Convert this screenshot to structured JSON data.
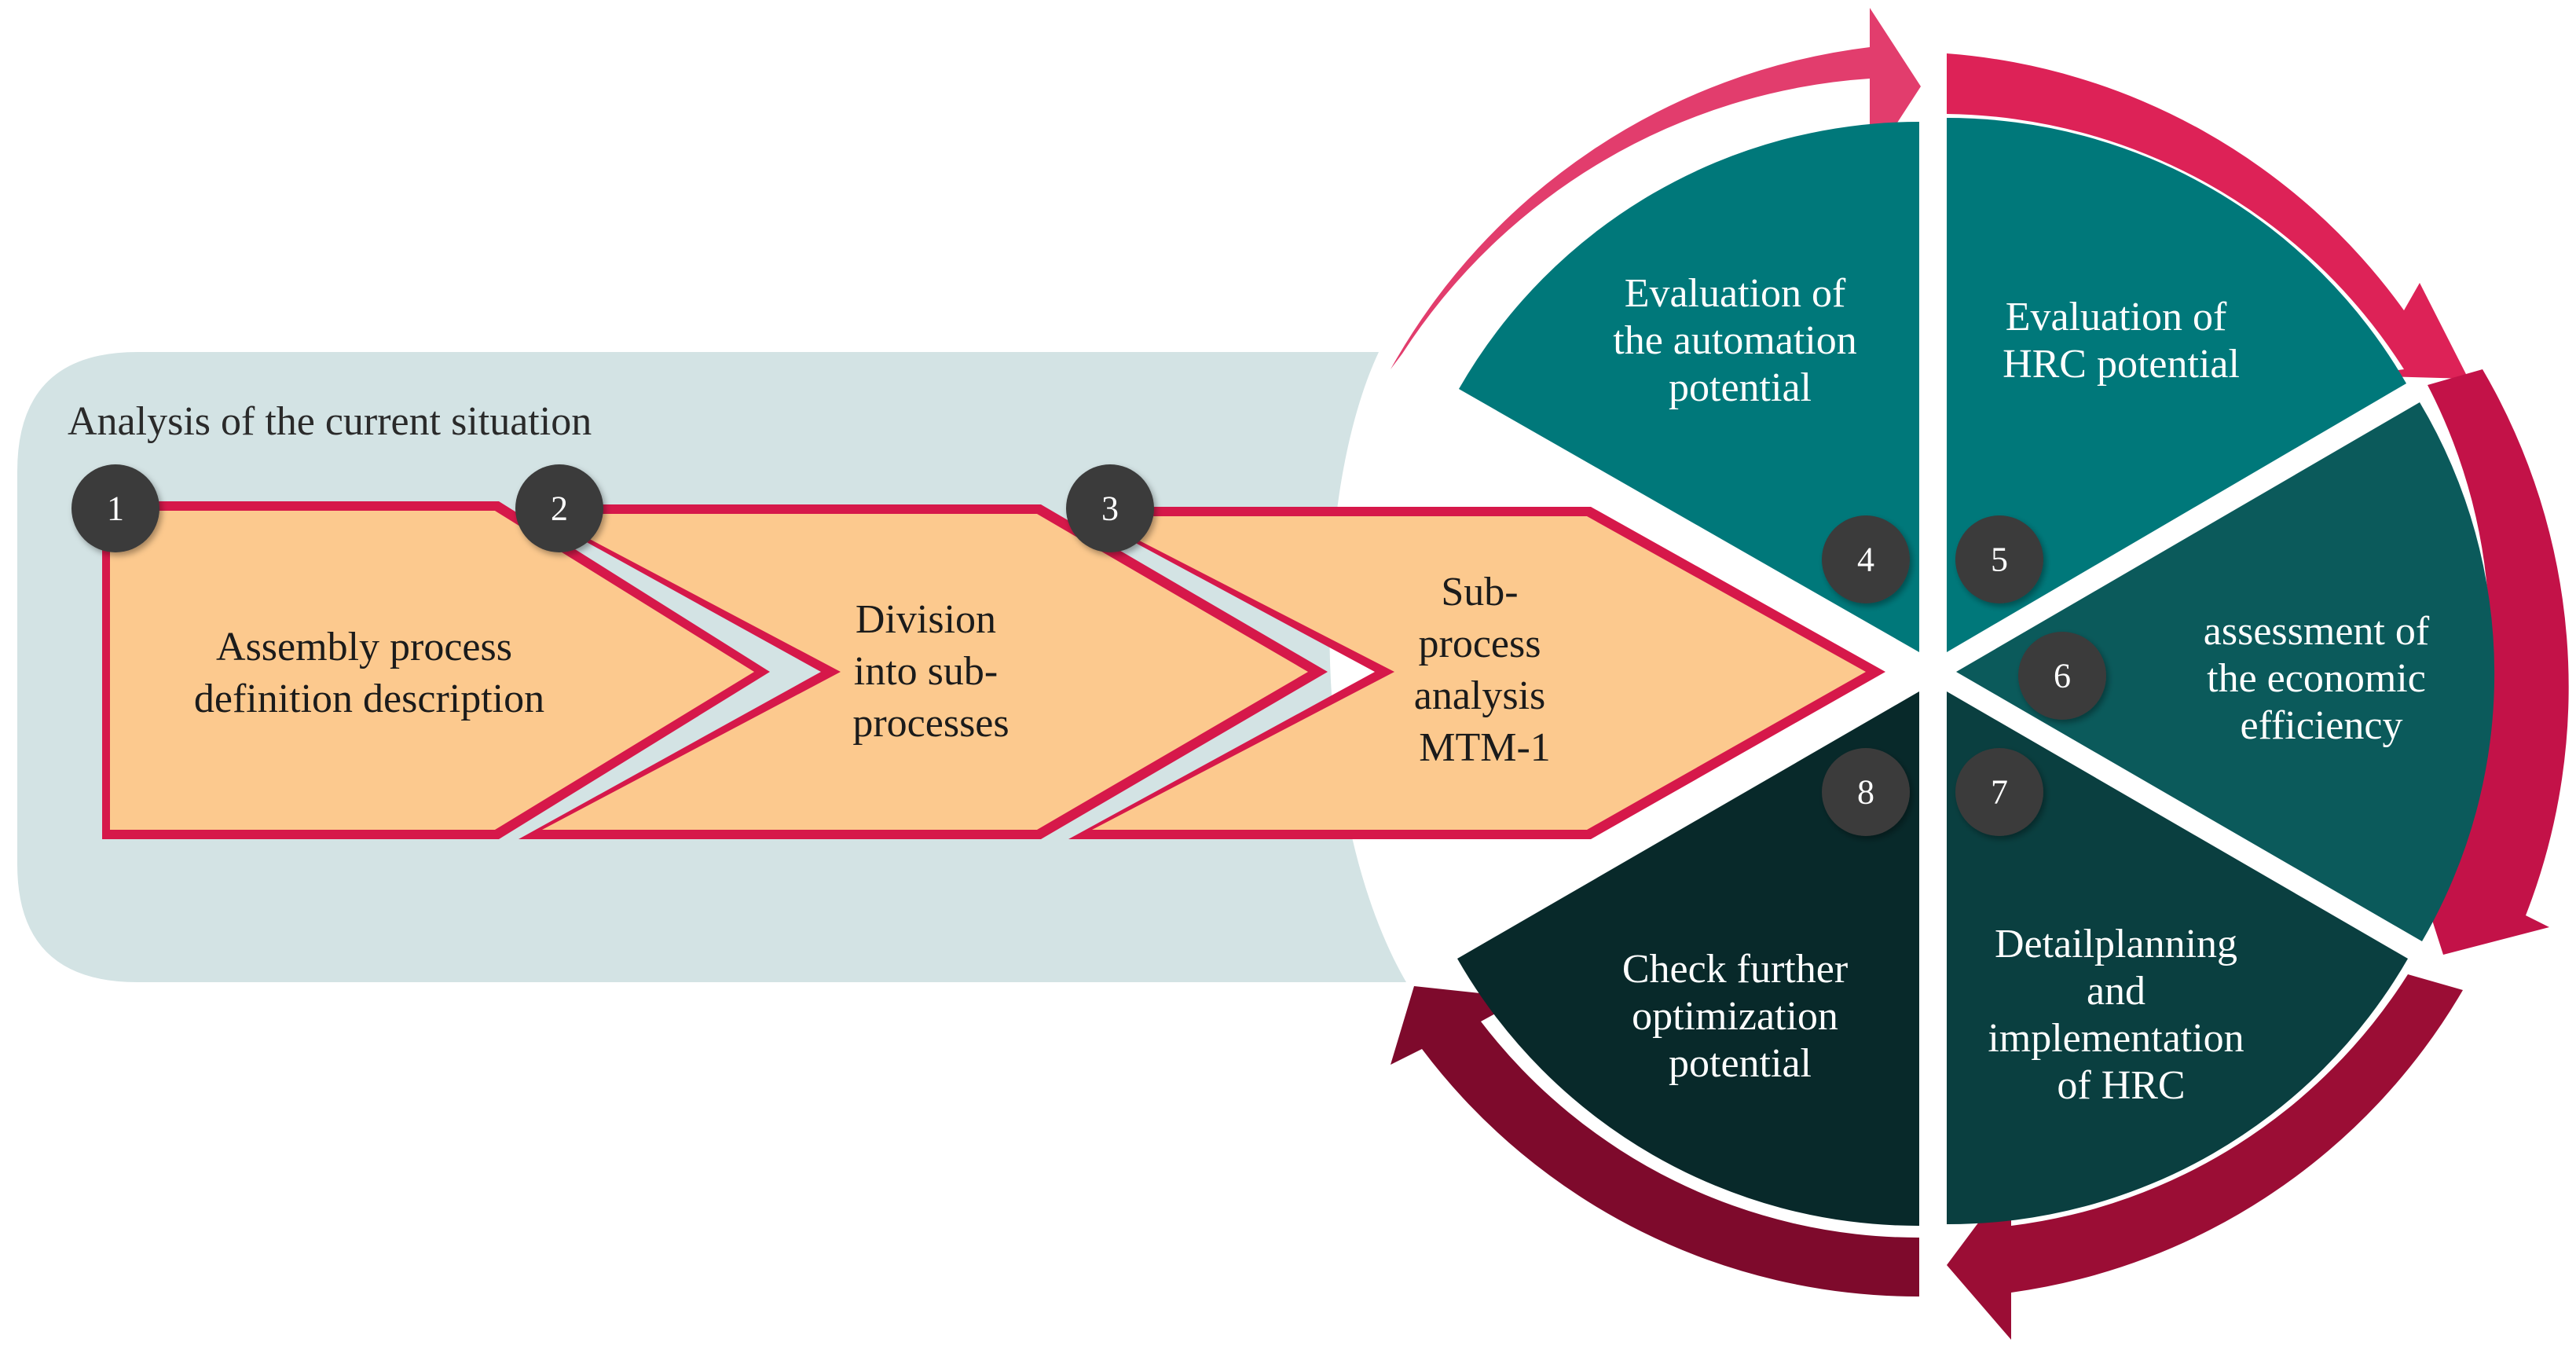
{
  "panel": {
    "title": "Analysis of the current situation",
    "color": "#d3e3e4"
  },
  "steps": [
    {
      "number": "1",
      "lines": [
        "Assembly process",
        "definition description"
      ]
    },
    {
      "number": "2",
      "lines": [
        "Division",
        "into sub-",
        "processes"
      ]
    },
    {
      "number": "3",
      "lines": [
        "Sub-",
        "process",
        "analysis",
        "MTM-1"
      ]
    }
  ],
  "segments": [
    {
      "number": "4",
      "lines": [
        "Evaluation of",
        "the automation",
        "potential"
      ],
      "color": "#00787a"
    },
    {
      "number": "5",
      "lines": [
        "Evaluation of",
        "HRC potential"
      ],
      "color": "#00787a"
    },
    {
      "number": "6",
      "lines": [
        "assessment of",
        "the economic",
        "efficiency"
      ],
      "color": "#0b5a5b"
    },
    {
      "number": "7",
      "lines": [
        "Detailplanning",
        "and",
        "implementation",
        "of HRC"
      ],
      "color": "#0a3f40"
    },
    {
      "number": "8",
      "lines": [
        "Check further",
        "optimization",
        "potential"
      ],
      "color": "#08292a"
    }
  ],
  "colors": {
    "chevron_fill": "#fcc98e",
    "chevron_border": "#d6184a",
    "badge": "#3a3a3a",
    "arrows": [
      "#e23d6d",
      "#dd2257",
      "#c31248",
      "#9b0d35",
      "#7e0a2c"
    ]
  }
}
